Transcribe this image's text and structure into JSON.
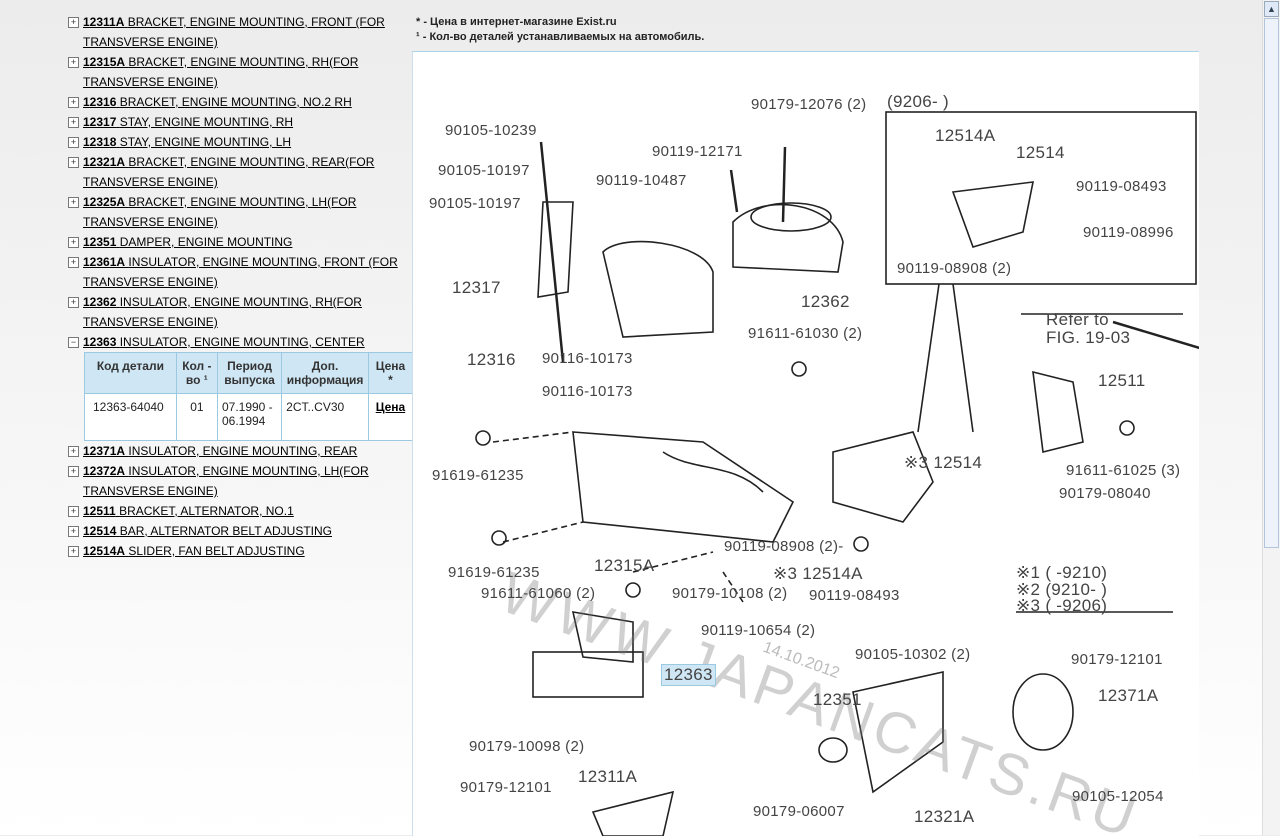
{
  "tree": [
    {
      "code": "12311A",
      "name": "BRACKET, ENGINE MOUNTING, FRONT (FOR TRANSVERSE ENGINE)"
    },
    {
      "code": "12315A",
      "name": "BRACKET, ENGINE MOUNTING, RH(FOR TRANSVERSE ENGINE)"
    },
    {
      "code": "12316",
      "name": "BRACKET, ENGINE MOUNTING, NO.2 RH"
    },
    {
      "code": "12317",
      "name": "STAY, ENGINE MOUNTING, RH"
    },
    {
      "code": "12318",
      "name": "STAY, ENGINE MOUNTING, LH"
    },
    {
      "code": "12321A",
      "name": "BRACKET, ENGINE MOUNTING, REAR(FOR TRANSVERSE ENGINE)"
    },
    {
      "code": "12325A",
      "name": "BRACKET, ENGINE MOUNTING, LH(FOR TRANSVERSE ENGINE)"
    },
    {
      "code": "12351",
      "name": "DAMPER, ENGINE MOUNTING"
    },
    {
      "code": "12361A",
      "name": "INSULATOR, ENGINE MOUNTING, FRONT (FOR TRANSVERSE ENGINE)"
    },
    {
      "code": "12362",
      "name": "INSULATOR, ENGINE MOUNTING, RH(FOR TRANSVERSE ENGINE)"
    },
    {
      "code": "12363",
      "name": "INSULATOR, ENGINE MOUNTING, CENTER"
    },
    {
      "code": "12371A",
      "name": "INSULATOR, ENGINE MOUNTING, REAR"
    },
    {
      "code": "12372A",
      "name": "INSULATOR, ENGINE MOUNTING, LH(FOR TRANSVERSE ENGINE)"
    },
    {
      "code": "12511",
      "name": "BRACKET, ALTERNATOR, NO.1"
    },
    {
      "code": "12514",
      "name": "BAR, ALTERNATOR BELT ADJUSTING"
    },
    {
      "code": "12514A",
      "name": "SLIDER, FAN BELT ADJUSTING"
    }
  ],
  "table": {
    "headers": [
      "Код детали",
      "Кол - во ¹",
      "Период выпуска",
      "Доп. информация",
      "Цена *"
    ],
    "rows": [
      {
        "code": "12363-64040",
        "qty": "01",
        "period": "07.1990 - 06.1994",
        "info": "2CT..CV30",
        "price": "Цена"
      }
    ]
  },
  "notes": [
    "* - Цена в интернет-магазине Exist.ru",
    "¹ - Кол-во деталей устанавливаемых на автомобиль."
  ],
  "diagram": {
    "labels": [
      "90179-12076 (2)",
      "(9206-      )",
      "90105-10239",
      "90119-12171",
      "12514A",
      "12514",
      "90105-10197",
      "90119-10487",
      "90119-08493",
      "90105-10197",
      "90119-08996",
      "90119-08908 (2)",
      "12317",
      "12362",
      "Refer to",
      "FIG. 19-03",
      "91611-61030 (2)",
      "12316",
      "90116-10173",
      "90116-10173",
      "12511",
      "91619-61235",
      "※3 12514",
      "91611-61025 (3)",
      "90179-08040",
      "90119-08908 (2)-",
      "12315A",
      "※3 12514A",
      "91619-61235",
      "※1 (      -9210)",
      "※2 (9210-      )",
      "※3 (      -9206)",
      "91611-61060 (2)",
      "90179-10108 (2)",
      "90119-08493",
      "90119-10654 (2)",
      "90105-10302 (2)",
      "90179-12101",
      "12363",
      "12351",
      "12371A",
      "90179-10098 (2)",
      "12311A",
      "90179-12101",
      "90179-06007",
      "12321A",
      "90105-12054"
    ],
    "watermark": "WWW.JAPANCATS.RU",
    "date": "14.10.2012"
  }
}
